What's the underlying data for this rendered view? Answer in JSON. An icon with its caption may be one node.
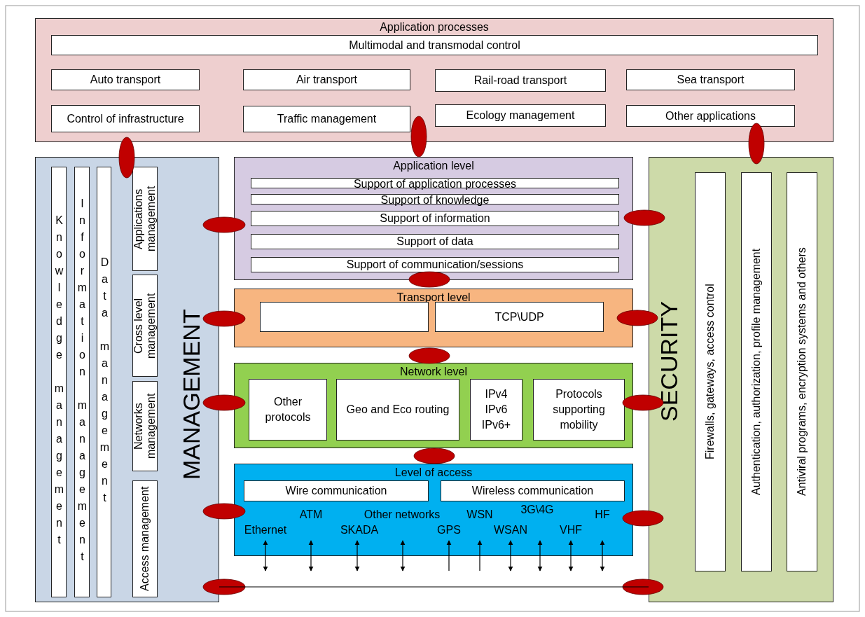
{
  "diagram": {
    "nodes": [
      {
        "text": [
          "Application processes"
        ]
      },
      {
        "text": [
          "Multimodal and transmodal control"
        ],
        "in": 0
      },
      {
        "text": [
          "Auto transport"
        ],
        "in": 0
      },
      {
        "text": [
          "Air transport"
        ],
        "in": 0
      },
      {
        "text": [
          "Rail-road transport"
        ],
        "in": 0
      },
      {
        "text": [
          "Sea transport"
        ],
        "in": 0
      },
      {
        "text": [
          "Control of infrastructure"
        ],
        "in": 0
      },
      {
        "text": [
          "Traffic management"
        ],
        "in": 0
      },
      {
        "text": [
          "Ecology management"
        ],
        "in": 0
      },
      {
        "text": [
          "Other applications"
        ],
        "in": 0
      },
      {
        "text": [
          "MANAGEMENT"
        ]
      },
      {
        "text": [
          "Knowledge management"
        ],
        "in": 10
      },
      {
        "text": [
          "Information management"
        ],
        "in": 10
      },
      {
        "text": [
          "Data management"
        ],
        "in": 10
      },
      {
        "text": [
          "Applications management"
        ],
        "in": 10
      },
      {
        "text": [
          "Cross level management"
        ],
        "in": 10
      },
      {
        "text": [
          "Networks management"
        ],
        "in": 10
      },
      {
        "text": [
          "Access management"
        ],
        "in": 10
      },
      {
        "text": [
          "Application level"
        ]
      },
      {
        "text": [
          "Support of application processes"
        ],
        "in": 18
      },
      {
        "text": [
          "Support of knowledge"
        ],
        "in": 18
      },
      {
        "text": [
          "Support of information"
        ],
        "in": 18
      },
      {
        "text": [
          "Support of data"
        ],
        "in": 18
      },
      {
        "text": [
          "Support of communication/sessions"
        ],
        "in": 18
      },
      {
        "text": [
          "Transport level"
        ]
      },
      {
        "text": [],
        "shape": "box",
        "in": 24
      },
      {
        "text": [
          "TCP\\UDP"
        ],
        "in": 24
      },
      {
        "text": [
          "Network level"
        ]
      },
      {
        "text": [
          "Other protocols"
        ],
        "in": 27
      },
      {
        "text": [
          "Geo and Eco routing"
        ],
        "in": 27
      },
      {
        "text": [
          "IPv4 IPv6 IPv6+"
        ],
        "in": 27
      },
      {
        "text": [
          "Protocols supporting mobility"
        ],
        "in": 27
      },
      {
        "text": [
          "Level of access"
        ]
      },
      {
        "text": [
          "Wire communication"
        ],
        "in": 32
      },
      {
        "text": [
          "Wireless communication"
        ],
        "in": 32
      },
      {
        "text": [
          "SECURITY"
        ]
      },
      {
        "text": [
          "Firewalls, gateways, access control"
        ],
        "in": 35
      },
      {
        "text": [
          "Authentication, authorization, profile management"
        ],
        "in": 35
      },
      {
        "text": [
          "Antiviral programs, encryption systems and others"
        ],
        "in": 35
      }
    ],
    "edges": [
      {
        "from": 10,
        "to": 35,
        "arrow": "none"
      }
    ],
    "labels": [
      "3G\\4G",
      "ATM",
      "Other networks",
      "WSN",
      "HF",
      "Ethernet",
      "SKADA",
      "GPS",
      "WSAN",
      "VHF"
    ]
  }
}
